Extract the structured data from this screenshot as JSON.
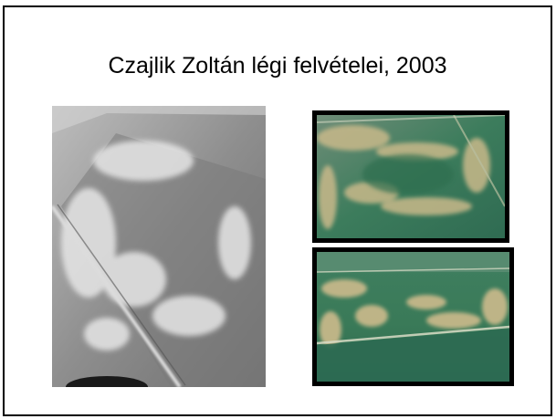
{
  "slide": {
    "title": "Czajlik Zoltán légi felvételei, 2003"
  },
  "photos": [
    {
      "name": "aerial-photo-bw",
      "tone": "grayscale"
    },
    {
      "name": "aerial-photo-color-top",
      "tone": "color"
    },
    {
      "name": "aerial-photo-color-bottom",
      "tone": "color"
    }
  ],
  "colors": {
    "field_green": "#2f6f52",
    "soil_mark": "#cbb98a",
    "bw_base": "#8d8d8d",
    "frame": "#000000"
  }
}
